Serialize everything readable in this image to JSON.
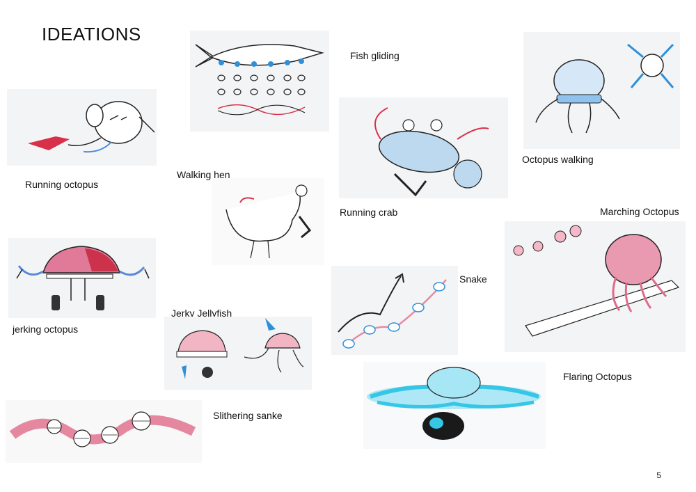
{
  "page": {
    "title": "IDEATIONS",
    "page_number": "5"
  },
  "captions": {
    "fish_gliding": "Fish gliding",
    "running_octopus": "Running octopus",
    "walking_hen": "Walking hen",
    "octopus_walking": "Octopus walking",
    "running_crab": "Running crab",
    "marching_octopus": "Marching Octopus",
    "snake": "Snake",
    "jerking_octopus": "jerking octopus",
    "jerky_jellyfish": "Jerky Jellyfish",
    "flaring_octopus": "Flaring Octopus",
    "slithering_sanke": "Slithering sanke"
  },
  "colors": {
    "ink": "#222222",
    "red": "#d9304a",
    "pink": "#e88aa0",
    "blue": "#2f8fd8",
    "cyan": "#36c6e6"
  }
}
